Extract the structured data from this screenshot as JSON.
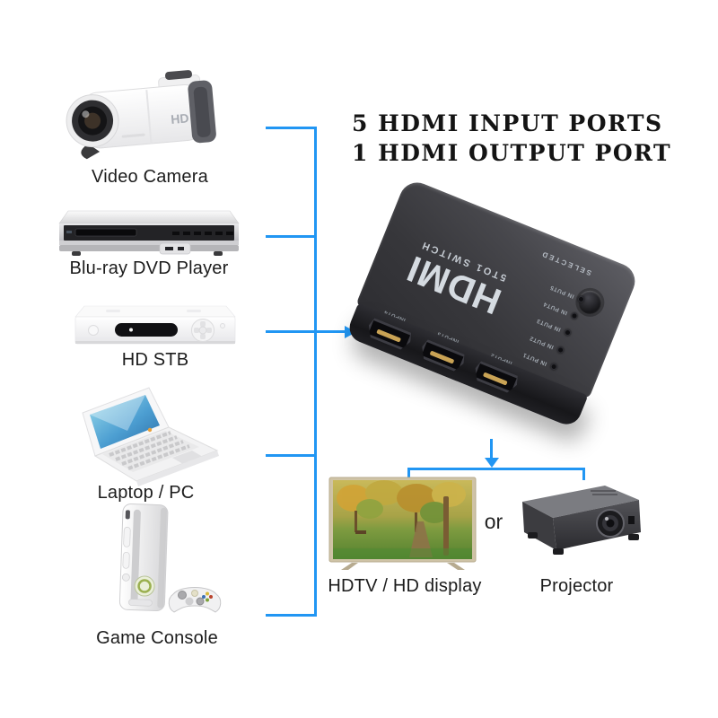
{
  "title": {
    "line1": "5 HDMI INPUT PORTS",
    "line2": "1 HDMI OUTPUT PORT"
  },
  "sources": [
    {
      "label": "Video Camera",
      "badge": "HD"
    },
    {
      "label": "Blu-ray DVD Player"
    },
    {
      "label": "HD STB"
    },
    {
      "label": "Laptop / PC"
    },
    {
      "label": "Game Console"
    }
  ],
  "switch": {
    "logo": "HDMI",
    "sub_logo": "5TO1 SWITCH",
    "selected_label": "SELECTED",
    "leds": [
      "IN PUT1",
      "IN PUT2",
      "IN PUT3",
      "IN PUT4",
      "IN PUT5"
    ],
    "visible_ports": [
      "INPUT4",
      "INPUT3",
      "INPUT2"
    ]
  },
  "outputs": {
    "tv_label": "HDTV / HD display",
    "or_label": "or",
    "projector_label": "Projector"
  },
  "colors": {
    "connector": "#2196f3",
    "title_text": "#141414",
    "label_text": "#1c1c1c",
    "switch_body": "#3a3a3e"
  }
}
